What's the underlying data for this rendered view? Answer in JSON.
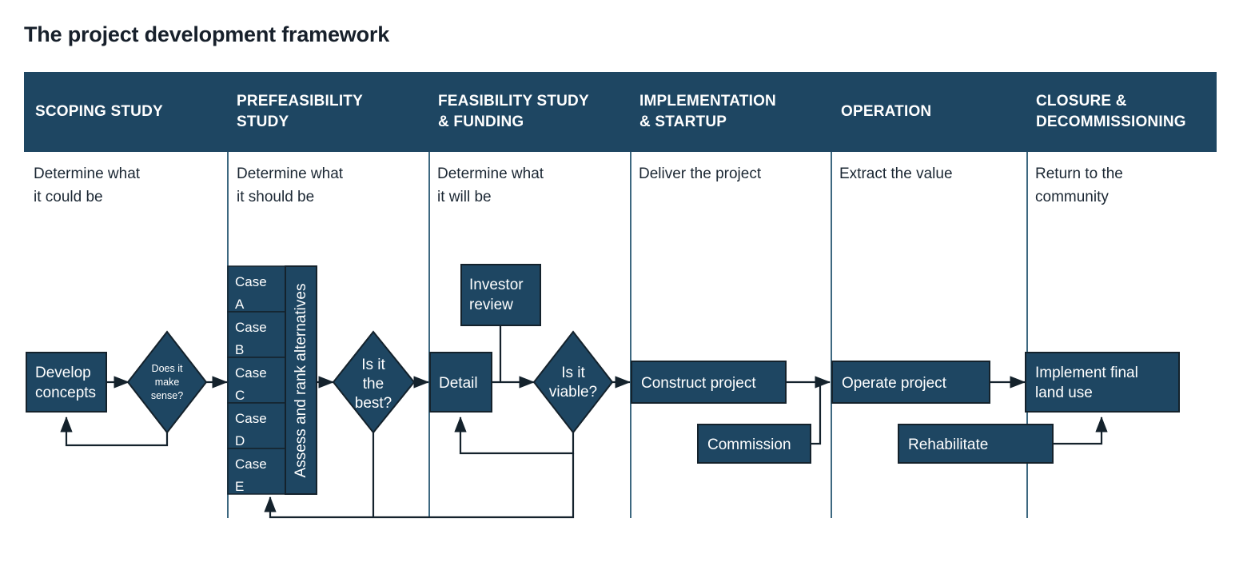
{
  "page": {
    "title": "The project development framework",
    "accent_navy": "#1e4662",
    "stroke_dark": "#14222c",
    "divider_color": "#3d6880",
    "background": "#ffffff"
  },
  "columns": [
    {
      "header": "SCOPING STUDY",
      "subtitle": "Determine what\nit could be"
    },
    {
      "header": "PREFEASIBILITY\nSTUDY",
      "subtitle": "Determine what\nit should be"
    },
    {
      "header": "FEASIBILITY STUDY\n& FUNDING",
      "subtitle": "Determine what\nit will be"
    },
    {
      "header": "IMPLEMENTATION\n& STARTUP",
      "subtitle": "Deliver the project"
    },
    {
      "header": "OPERATION",
      "subtitle": "Extract the value"
    },
    {
      "header": "CLOSURE &\nDECOMMISSIONING",
      "subtitle": "Return to the\ncommunity"
    }
  ],
  "nodes": {
    "develop_concepts": "Develop\nconcepts",
    "does_it_make_sense": "Does it\nmake\nsense?",
    "assess_rank": "Assess and rank alternatives",
    "cases": [
      "Case\nA",
      "Case\nB",
      "Case\nC",
      "Case\nD",
      "Case\nE"
    ],
    "is_it_the_best": "Is it\nthe\nbest?",
    "investor_review": "Investor\nreview",
    "detail": "Detail",
    "is_it_viable": "Is it\nviable?",
    "construct_project": "Construct project",
    "commission": "Commission",
    "operate_project": "Operate project",
    "rehabilitate": "Rehabilitate",
    "implement_final_land_use": "Implement final\nland use"
  }
}
